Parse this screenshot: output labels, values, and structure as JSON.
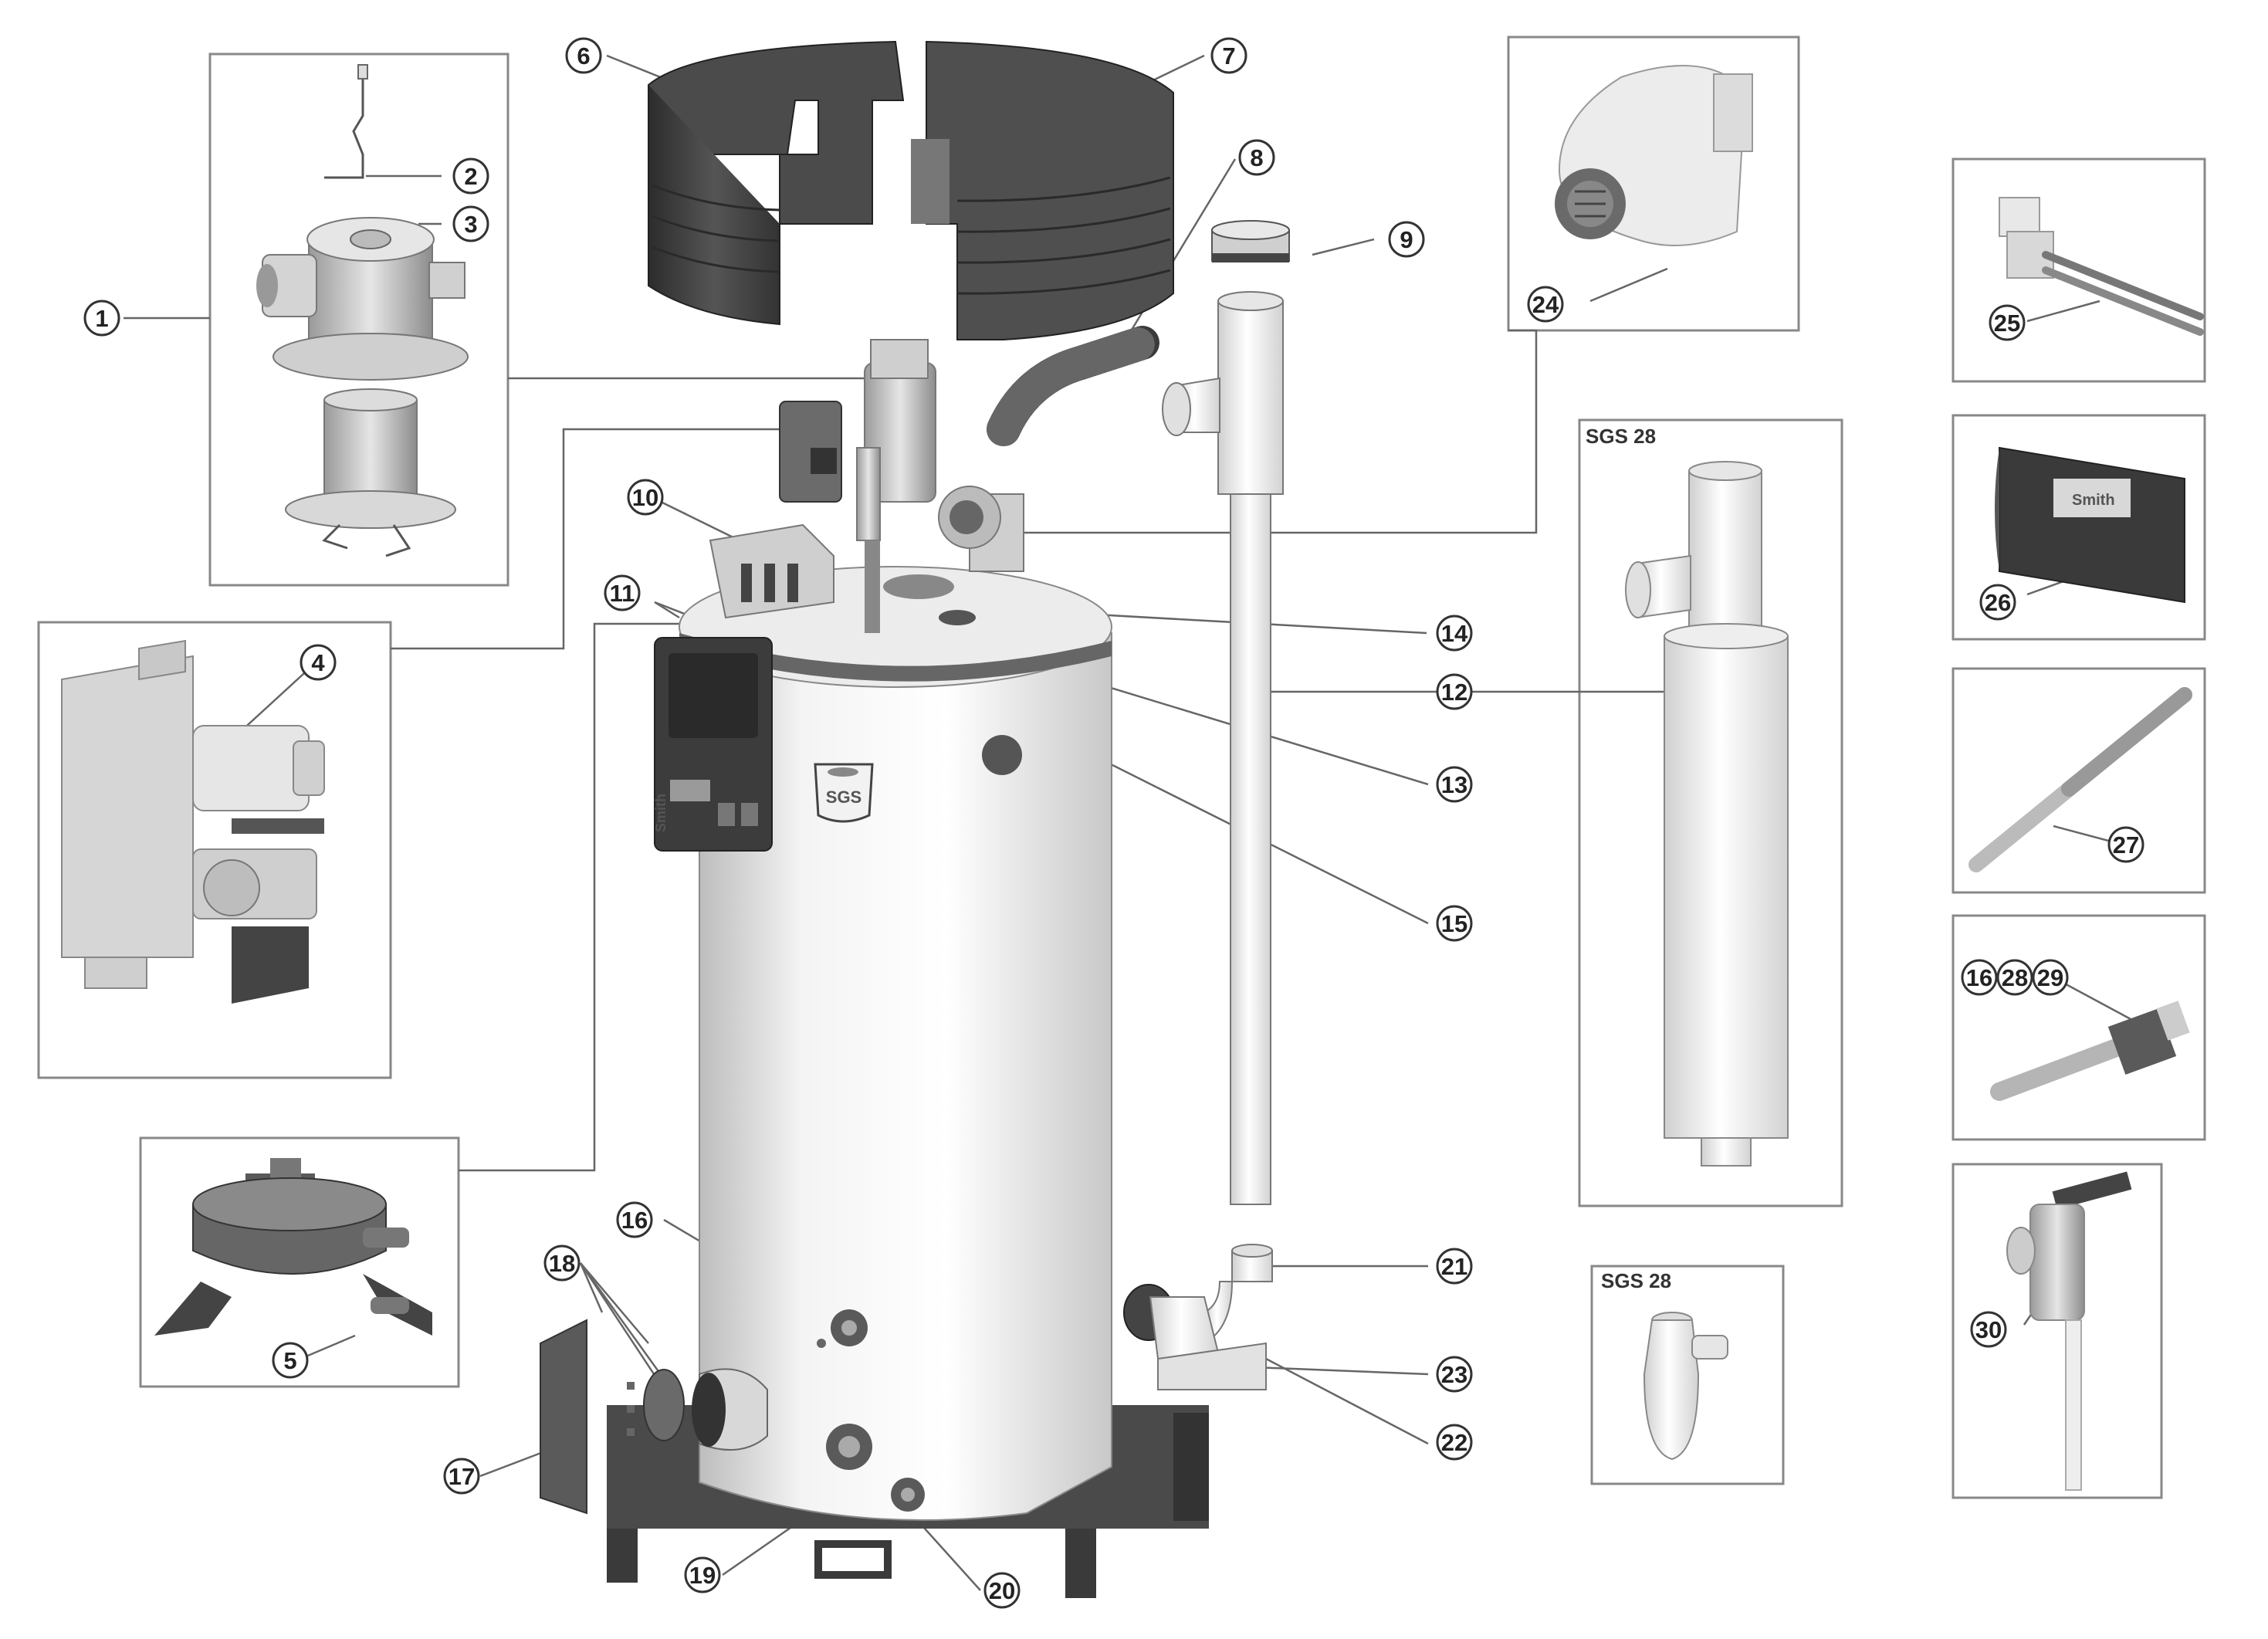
{
  "diagram": {
    "sgs_label_pipe": "SGS 28",
    "sgs_label_trap": "SGS 28",
    "badge_text": "SGS",
    "brand_text": "Smith",
    "callouts": [
      {
        "id": "c1",
        "text": "1"
      },
      {
        "id": "c2",
        "text": "2"
      },
      {
        "id": "c3",
        "text": "3"
      },
      {
        "id": "c4",
        "text": "4"
      },
      {
        "id": "c5",
        "text": "5"
      },
      {
        "id": "c6",
        "text": "6"
      },
      {
        "id": "c7",
        "text": "7"
      },
      {
        "id": "c8",
        "text": "8"
      },
      {
        "id": "c9",
        "text": "9"
      },
      {
        "id": "c10",
        "text": "10"
      },
      {
        "id": "c11",
        "text": "11"
      },
      {
        "id": "c12",
        "text": "12"
      },
      {
        "id": "c13",
        "text": "13"
      },
      {
        "id": "c14",
        "text": "14"
      },
      {
        "id": "c15",
        "text": "15"
      },
      {
        "id": "c16",
        "text": "16"
      },
      {
        "id": "c17",
        "text": "17"
      },
      {
        "id": "c18",
        "text": "18"
      },
      {
        "id": "c19",
        "text": "19"
      },
      {
        "id": "c20",
        "text": "20"
      },
      {
        "id": "c21",
        "text": "21"
      },
      {
        "id": "c22",
        "text": "22"
      },
      {
        "id": "c23",
        "text": "23"
      },
      {
        "id": "c24",
        "text": "24"
      },
      {
        "id": "c25",
        "text": "25"
      },
      {
        "id": "c26",
        "text": "26"
      },
      {
        "id": "c27",
        "text": "27"
      },
      {
        "id": "c28a",
        "text": "16"
      },
      {
        "id": "c28b",
        "text": "28"
      },
      {
        "id": "c28c",
        "text": "29"
      },
      {
        "id": "c30",
        "text": "30"
      }
    ]
  }
}
